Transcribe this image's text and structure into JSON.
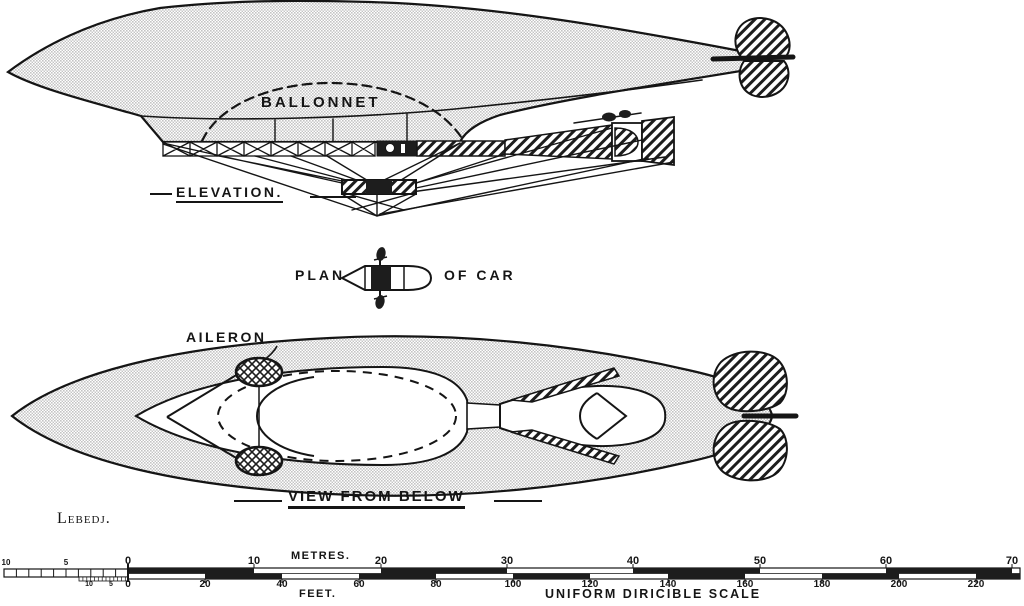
{
  "figure": {
    "attribution": "Lebedj.",
    "labels": {
      "ballonnet": "BALLONNET",
      "elevation": "ELEVATION.",
      "plan": "PLAN",
      "of_car": "OF CAR",
      "aileron": "AILERON",
      "view_from_below": "VIEW FROM BELOW"
    }
  },
  "scale": {
    "metres_label": "METRES.",
    "feet_label": "FEET.",
    "title": "UNIFORM DIRICIBLE SCALE",
    "metres_minor": [
      "10",
      "5"
    ],
    "metres_major": [
      "0",
      "10",
      "20",
      "30",
      "40",
      "50",
      "60",
      "70"
    ],
    "feet_minor": [
      "10",
      "5"
    ],
    "feet_major": [
      "0",
      "20",
      "40",
      "60",
      "80",
      "100",
      "120",
      "140",
      "160",
      "180",
      "200",
      "220"
    ]
  },
  "colors": {
    "ink": "#151515",
    "halftone_gray": "#c4c4c4",
    "paper": "#ffffff"
  }
}
